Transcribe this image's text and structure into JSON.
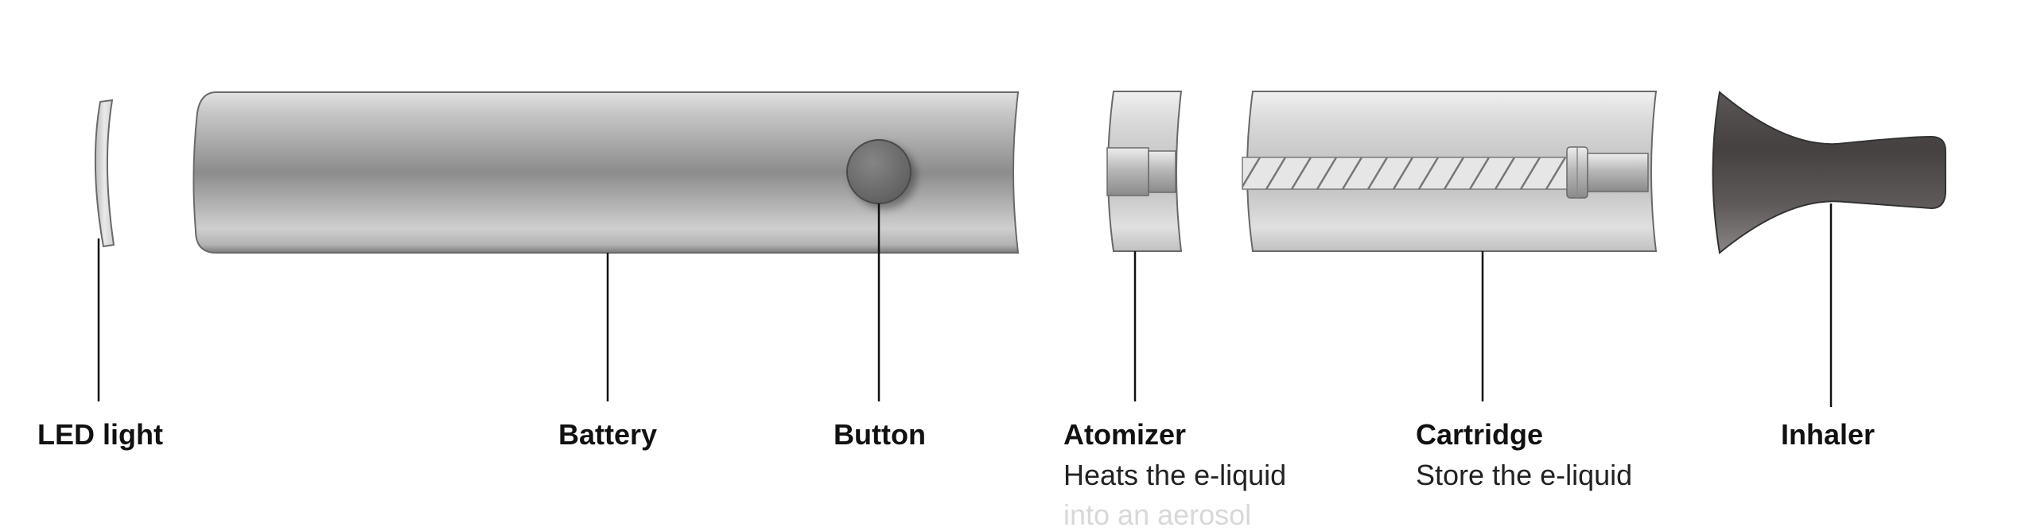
{
  "components": {
    "led": {
      "name": "LED light"
    },
    "battery": {
      "name": "Battery"
    },
    "button": {
      "name": "Button"
    },
    "atomizer": {
      "name": "Atomizer",
      "desc_line1": "Heats the e-liquid",
      "desc_line2": "into an aerosol"
    },
    "cartridge": {
      "name": "Cartridge",
      "desc": "Store the e-liquid"
    },
    "inhaler": {
      "name": "Inhaler"
    }
  },
  "colors": {
    "metal_light": "#d9d9d9",
    "metal_dark": "#8a8a8a",
    "button_fill": "#6f6f6f",
    "inhaler_dark": "#3f3c3c",
    "outline": "#6a6a6a",
    "leader_line": "#111111"
  }
}
